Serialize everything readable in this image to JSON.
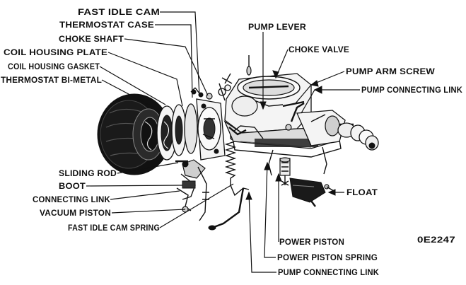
{
  "figure_id": "0E2247",
  "labels": {
    "fast_idle_cam": "FAST IDLE CAM",
    "thermostat_case": "THERMOSTAT CASE",
    "choke_shaft": "CHOKE SHAFT",
    "coil_housing_plate": "COIL HOUSING PLATE",
    "coil_housing_gasket": "COIL HOUSING GASKET",
    "thermostat_bi_metal": "THERMOSTAT BI-METAL",
    "sliding_rod": "SLIDING ROD",
    "boot": "BOOT",
    "connecting_link": "CONNECTING LINK",
    "vacuum_piston": "VACUUM PISTON",
    "fast_idle_cam_spring": "FAST IDLE CAM SPRING",
    "pump_lever": "PUMP LEVER",
    "choke_valve": "CHOKE VALVE",
    "pump_arm_screw": "PUMP ARM SCREW",
    "pump_connecting_link_top": "PUMP CONNECTING LINK",
    "float": "FLOAT",
    "power_piston": "POWER PISTON",
    "power_piston_spring": "POWER PISTON SPRING",
    "pump_connecting_link_bottom": "PUMP CONNECTING LINK"
  }
}
